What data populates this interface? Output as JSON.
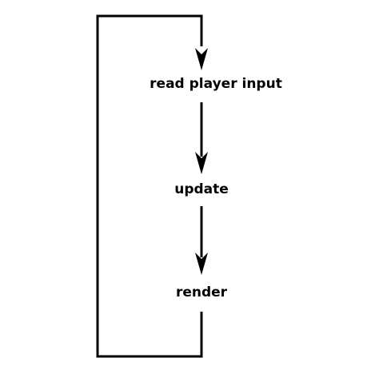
{
  "diagram": {
    "nodes": [
      {
        "id": "read-player-input",
        "label": "read player input"
      },
      {
        "id": "update",
        "label": "update"
      },
      {
        "id": "render",
        "label": "render"
      }
    ],
    "edges": [
      {
        "from": "render",
        "to": "read-player-input",
        "type": "loop"
      },
      {
        "from": "read-player-input",
        "to": "update"
      },
      {
        "from": "update",
        "to": "render"
      }
    ],
    "stroke_color": "#000000",
    "background_color": "#ffffff"
  }
}
